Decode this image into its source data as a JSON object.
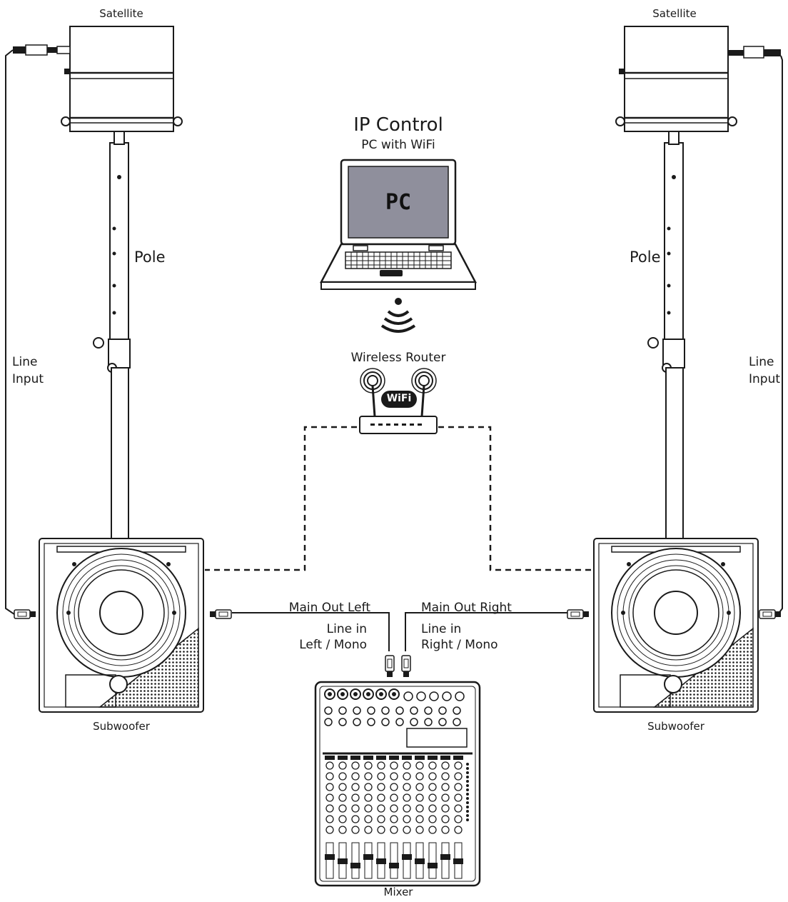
{
  "labels": {
    "satellite_left": "Satellite",
    "satellite_right": "Satellite",
    "pole_left": "Pole",
    "pole_right": "Pole",
    "line_input_left_1": "Line",
    "line_input_left_2": "Input",
    "line_input_right_1": "Line",
    "line_input_right_2": "Input",
    "ip_title": "IP Control",
    "ip_subtitle": "PC with WiFi",
    "pc_screen": "PC",
    "wireless_router": "Wireless Router",
    "wifi_badge": "WiFi",
    "main_out_left": "Main Out Left",
    "line_in_left_1": "Line in",
    "line_in_left_2": "Left / Mono",
    "main_out_right": "Main Out Right",
    "line_in_right_1": "Line in",
    "line_in_right_2": "Right / Mono",
    "subwoofer_left": "Subwoofer",
    "subwoofer_right": "Subwoofer",
    "mixer": "Mixer"
  },
  "colors": {
    "stroke": "#1a1a1a",
    "screen": "#8f8f9c",
    "grille": "#2a2a2a",
    "background": "#ffffff"
  }
}
